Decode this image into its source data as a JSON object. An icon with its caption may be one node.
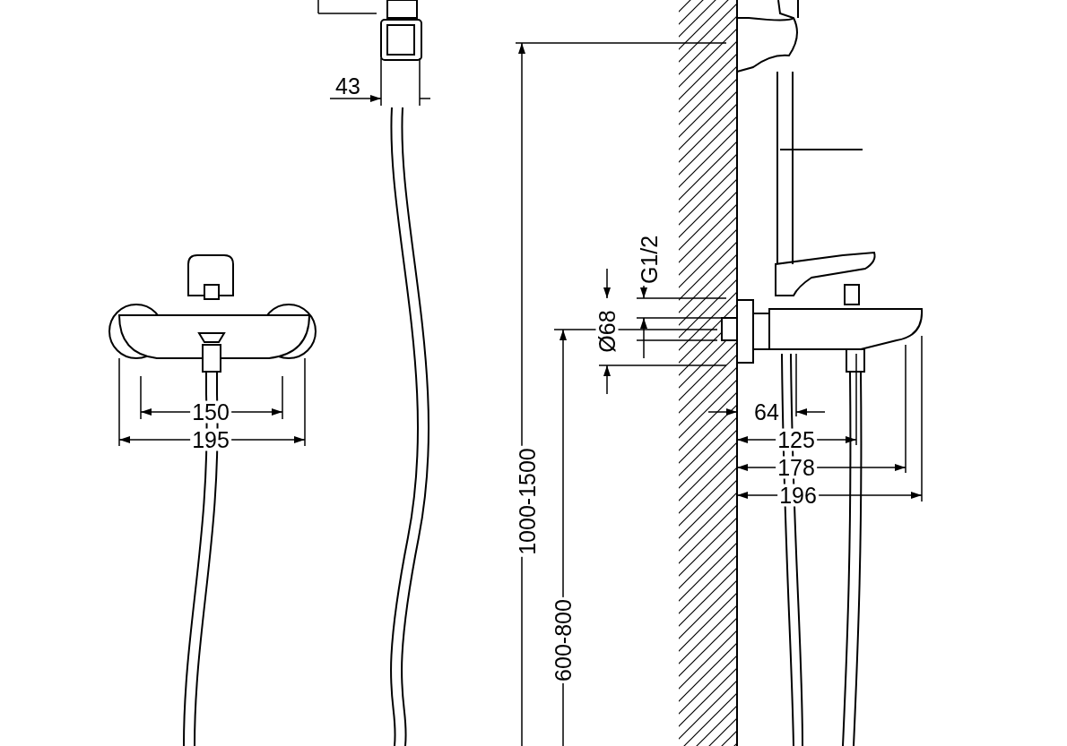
{
  "diagram": {
    "labels": [
      "43",
      "G1/2",
      "Ø68",
      "150",
      "195",
      "64",
      "125",
      "178",
      "196",
      "1000-1500",
      "600-800"
    ]
  }
}
